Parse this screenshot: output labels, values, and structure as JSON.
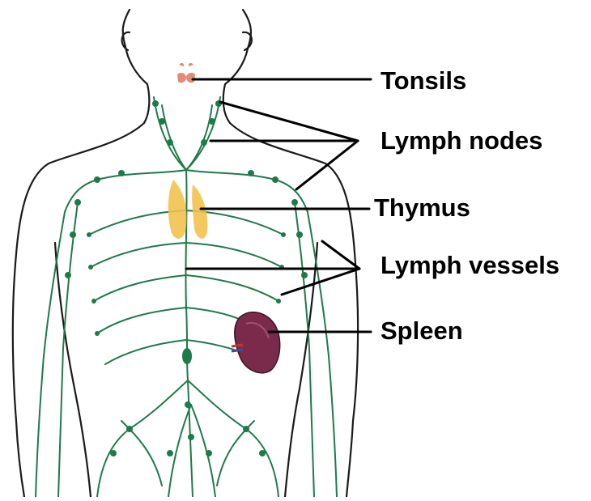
{
  "labels": {
    "tonsils": "Tonsils",
    "lymph_nodes": "Lymph nodes",
    "thymus": "Thymus",
    "lymph_vessels": "Lymph vessels",
    "spleen": "Spleen"
  },
  "colors": {
    "outline": "#1a1a1a",
    "lymph": "#1f7a4a",
    "thymus": "#f2c24a",
    "tonsils": "#e48a78",
    "spleen": "#7a2a4a",
    "leader_line": "#000000"
  }
}
